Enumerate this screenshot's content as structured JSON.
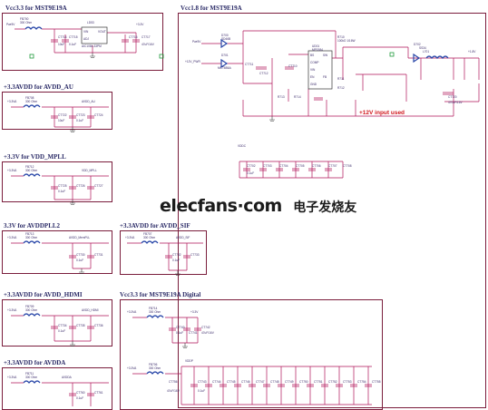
{
  "panels": {
    "vcc33_top": "Vcc3.3 for MST9E19A",
    "vcc18": "Vcc1.8 for MST9E19A",
    "avdd_au": "+3.3AVDD for AVDD_AU",
    "vdd_mpll": "+3.3V for VDD_MPLL",
    "avddpll2": "3.3V for AVDDPLL2",
    "avdd_sif": "+3.3AVDD for AVDD_SIF",
    "avdd_hdmi": "+3.3AVDD for AVDD_HDMI",
    "vcc33_digital": "Vcc3.3 for MST9E19A Digital",
    "avdda": "+3.3AVDD for AVDDA"
  },
  "annotation": "+12V input used",
  "watermark": {
    "main": "elecfans·com",
    "sub": "电子发烧友"
  },
  "labels": {
    "vcc33_top": [
      "Pwr5V",
      "FB700",
      "300 Ohm",
      "LD53",
      "VIN",
      "VOUT",
      "ADJ",
      "AIC1084-33PM",
      "+3.3V",
      "CT714",
      "CT715",
      "10uF",
      "0.1uF",
      "CT716",
      "CT717",
      "47uF/16V"
    ],
    "vcc18": [
      "Pwr5V",
      "D700",
      "SD46B",
      "+12V_PWR",
      "D701",
      "MCT6B6A",
      "CT711",
      "CT712",
      "CT710",
      "UD01",
      "MP1584",
      "BS",
      "SW",
      "COMP",
      "VIN",
      "EN",
      "FB",
      "GND",
      "R710",
      "100kO 1/16W",
      "R711",
      "L701",
      "D702",
      "SS34",
      "R712",
      "R713",
      "R714",
      "CT720",
      "470uF/16V",
      "+1.8V",
      "CT702",
      "CT703",
      "CT704",
      "CT705",
      "CT706",
      "CT707",
      "CT708",
      "0.1uF",
      "VDDC"
    ],
    "avdd_au": [
      "+3.3VA",
      "FB708",
      "300 Ohm",
      "AVDD_AU",
      "CT722",
      "CT723",
      "CT724",
      "10uF",
      "0.1uF"
    ],
    "vdd_mpll": [
      "+3.3VA",
      "FB712",
      "300 Ohm",
      "VDD_MPLL",
      "CT725",
      "CT726",
      "CT727",
      "0.1uF"
    ],
    "avddpll2": [
      "+3.3VA",
      "FB713",
      "300 Ohm",
      "AVDD_MemPLL",
      "CT730",
      "CT731",
      "0.1uF"
    ],
    "avdd_sif": [
      "+3.3VA",
      "FB707",
      "300 Ohm",
      "AVDD_SIF",
      "CT732",
      "CT733",
      "0.1uF"
    ],
    "avdd_hdmi": [
      "+3.3VA",
      "FB709",
      "300 Ohm",
      "AVDD_HDMI",
      "CT734",
      "CT735",
      "CT736",
      "0.1uF"
    ],
    "vcc33_digital_a": [
      "+3.3VA",
      "FB714",
      "300 Ohm",
      "+3.3V",
      "CT740",
      "CT741",
      "CT742",
      "47uF/16V",
      "0.1uF"
    ],
    "vcc33_digital_b": [
      "+3.3VA",
      "FB706",
      "300 Ohm",
      "VDDP",
      "CT743",
      "CT744",
      "CT745",
      "CT746",
      "CT747",
      "CT748",
      "CT749",
      "CT750",
      "CT751",
      "CT752",
      "CT753",
      "CT754",
      "CT755",
      "CT756",
      "47uF/16V",
      "0.1uF"
    ],
    "avdda": [
      "+3.3VA",
      "FB711",
      "300 Ohm",
      "AVDDA",
      "CT760",
      "CT761",
      "0.1uF"
    ]
  },
  "colors": {
    "border": "#7a1d3c",
    "wire": "#b0145a",
    "title": "#2a2a66",
    "text": "#3a2a6a",
    "annotation": "#d0151b",
    "inductor": "#2846a8"
  }
}
